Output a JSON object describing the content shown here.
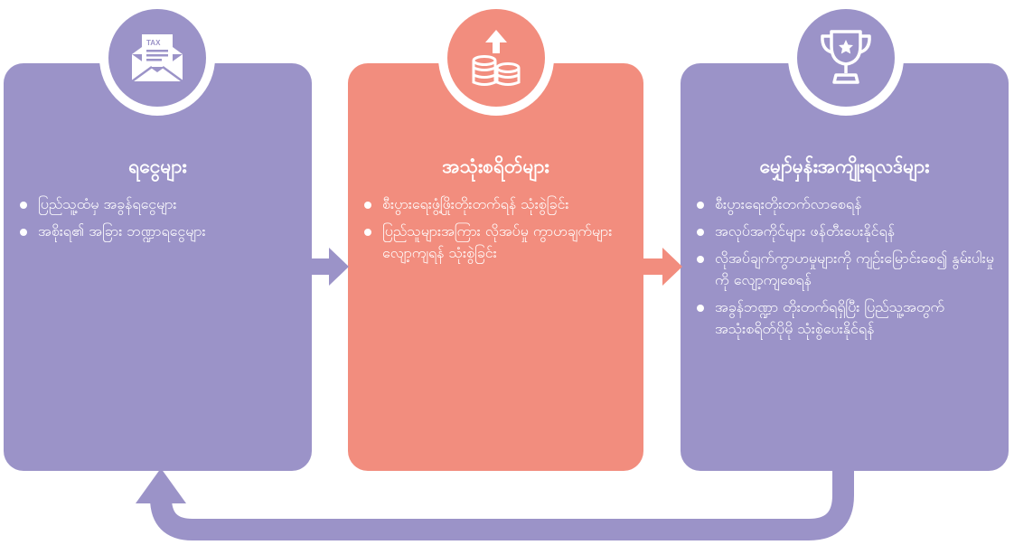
{
  "cards": [
    {
      "title": "ရငွေများ",
      "icon": "tax-envelope-icon",
      "items": [
        "ပြည်သူ့ထံမှ အခွန်ရငွေများ",
        "အစိုးရ၏ အခြား ဘဏ္ဍာရငွေများ"
      ]
    },
    {
      "title": "အသုံးစရိတ်များ",
      "icon": "coins-arrow-up-icon",
      "items": [
        "စီးပွားရေးဖွံ့ဖြိုးတိုးတက်ရန် သုံးစွဲခြင်း",
        "ပြည်သူများအကြား လိုအပ်မှု ကွာဟချက်များ လျော့ကျရန် သုံးစွဲခြင်း"
      ]
    },
    {
      "title": "မျှော်မှန်းအကျိုးရလဒ်များ",
      "icon": "trophy-icon",
      "items": [
        "စီးပွားရေးတိုးတက်လာစေရန်",
        "အလုပ်အကိုင်များ ဖန်တီးပေးနိုင်ရန်",
        "လိုအပ်ချက်ကွာဟမှုများကို ကျဉ်းမြောင်းစေ၍ နွမ်းပါးမှုကို လျော့ကျစေရန်",
        "အခွန်ဘဏ္ဍာ တိုးတက်ရရှိပြီး ပြည်သူ့အတွက် အသုံးစရိတ်ပိုမို သုံးစွဲပေးနိုင်ရန်"
      ]
    }
  ],
  "colors": {
    "purple": "#9b93c8",
    "coral": "#f28d7e"
  },
  "icons": [
    "tax-envelope-icon",
    "coins-arrow-up-icon",
    "trophy-icon",
    "arrow-right-icon",
    "loop-arrow-icon"
  ]
}
